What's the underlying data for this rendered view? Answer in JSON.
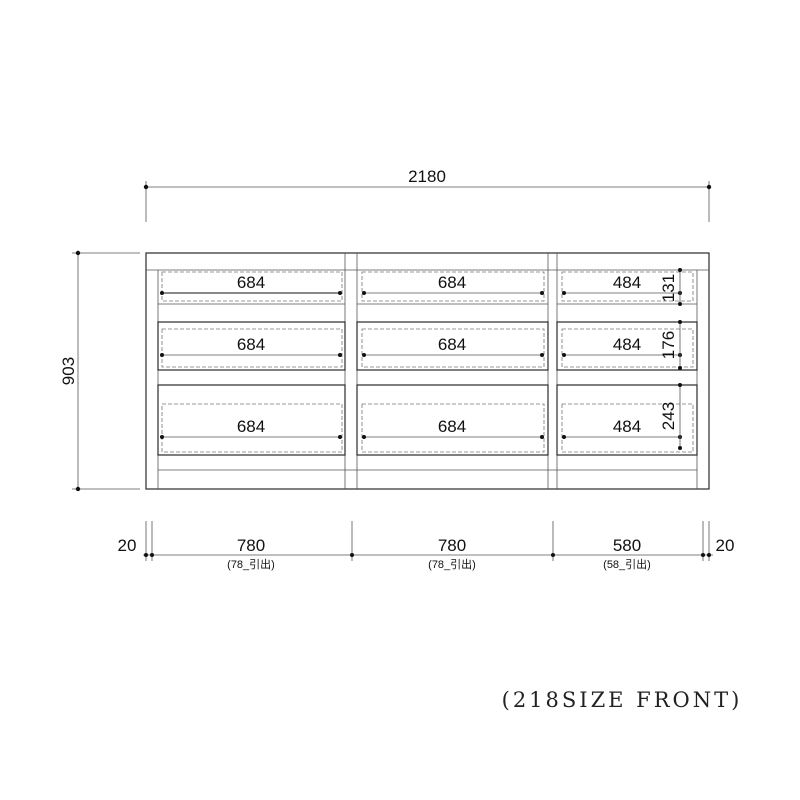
{
  "overall": {
    "width": "2180",
    "height": "903"
  },
  "columns": [
    {
      "width": "780",
      "drawer_note": "(78_引出)",
      "drawers": [
        "684",
        "684",
        "684"
      ]
    },
    {
      "width": "780",
      "drawer_note": "(78_引出)",
      "drawers": [
        "684",
        "684",
        "684"
      ]
    },
    {
      "width": "580",
      "drawer_note": "(58_引出)",
      "drawers": [
        "484",
        "484",
        "484"
      ]
    }
  ],
  "side_margins": {
    "left": "20",
    "right": "20"
  },
  "drawer_heights": [
    "131",
    "176",
    "243"
  ],
  "caption": "(218SIZE FRONT)"
}
